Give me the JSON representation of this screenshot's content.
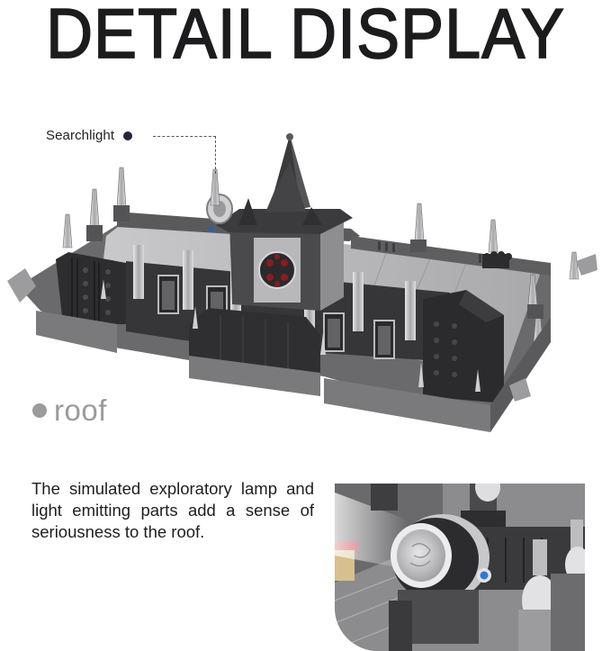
{
  "header": {
    "title": "DETAIL DISPLAY"
  },
  "model_view": {
    "subject": "castle-roof-brick-model",
    "callouts": [
      {
        "label": "Searchlight",
        "marker": "dot-icon",
        "marker_color": "#23253a"
      }
    ],
    "section_label": {
      "text": "roof",
      "marker": "dot-icon",
      "color": "#9b9b9b"
    }
  },
  "description": {
    "text": "The simulated exploratory lamp and light emitting parts add a sense of seriousness to the roof."
  },
  "inset_photo": {
    "subject": "searchlight-close-up"
  },
  "colors": {
    "title": "#1c1c1e",
    "body_text": "#1e1e1e",
    "label_gray": "#9b9b9b",
    "brick_dark": "#3a3a3c",
    "brick_mid": "#6e6e70",
    "brick_light": "#bdbdbf",
    "background": "#ffffff"
  }
}
